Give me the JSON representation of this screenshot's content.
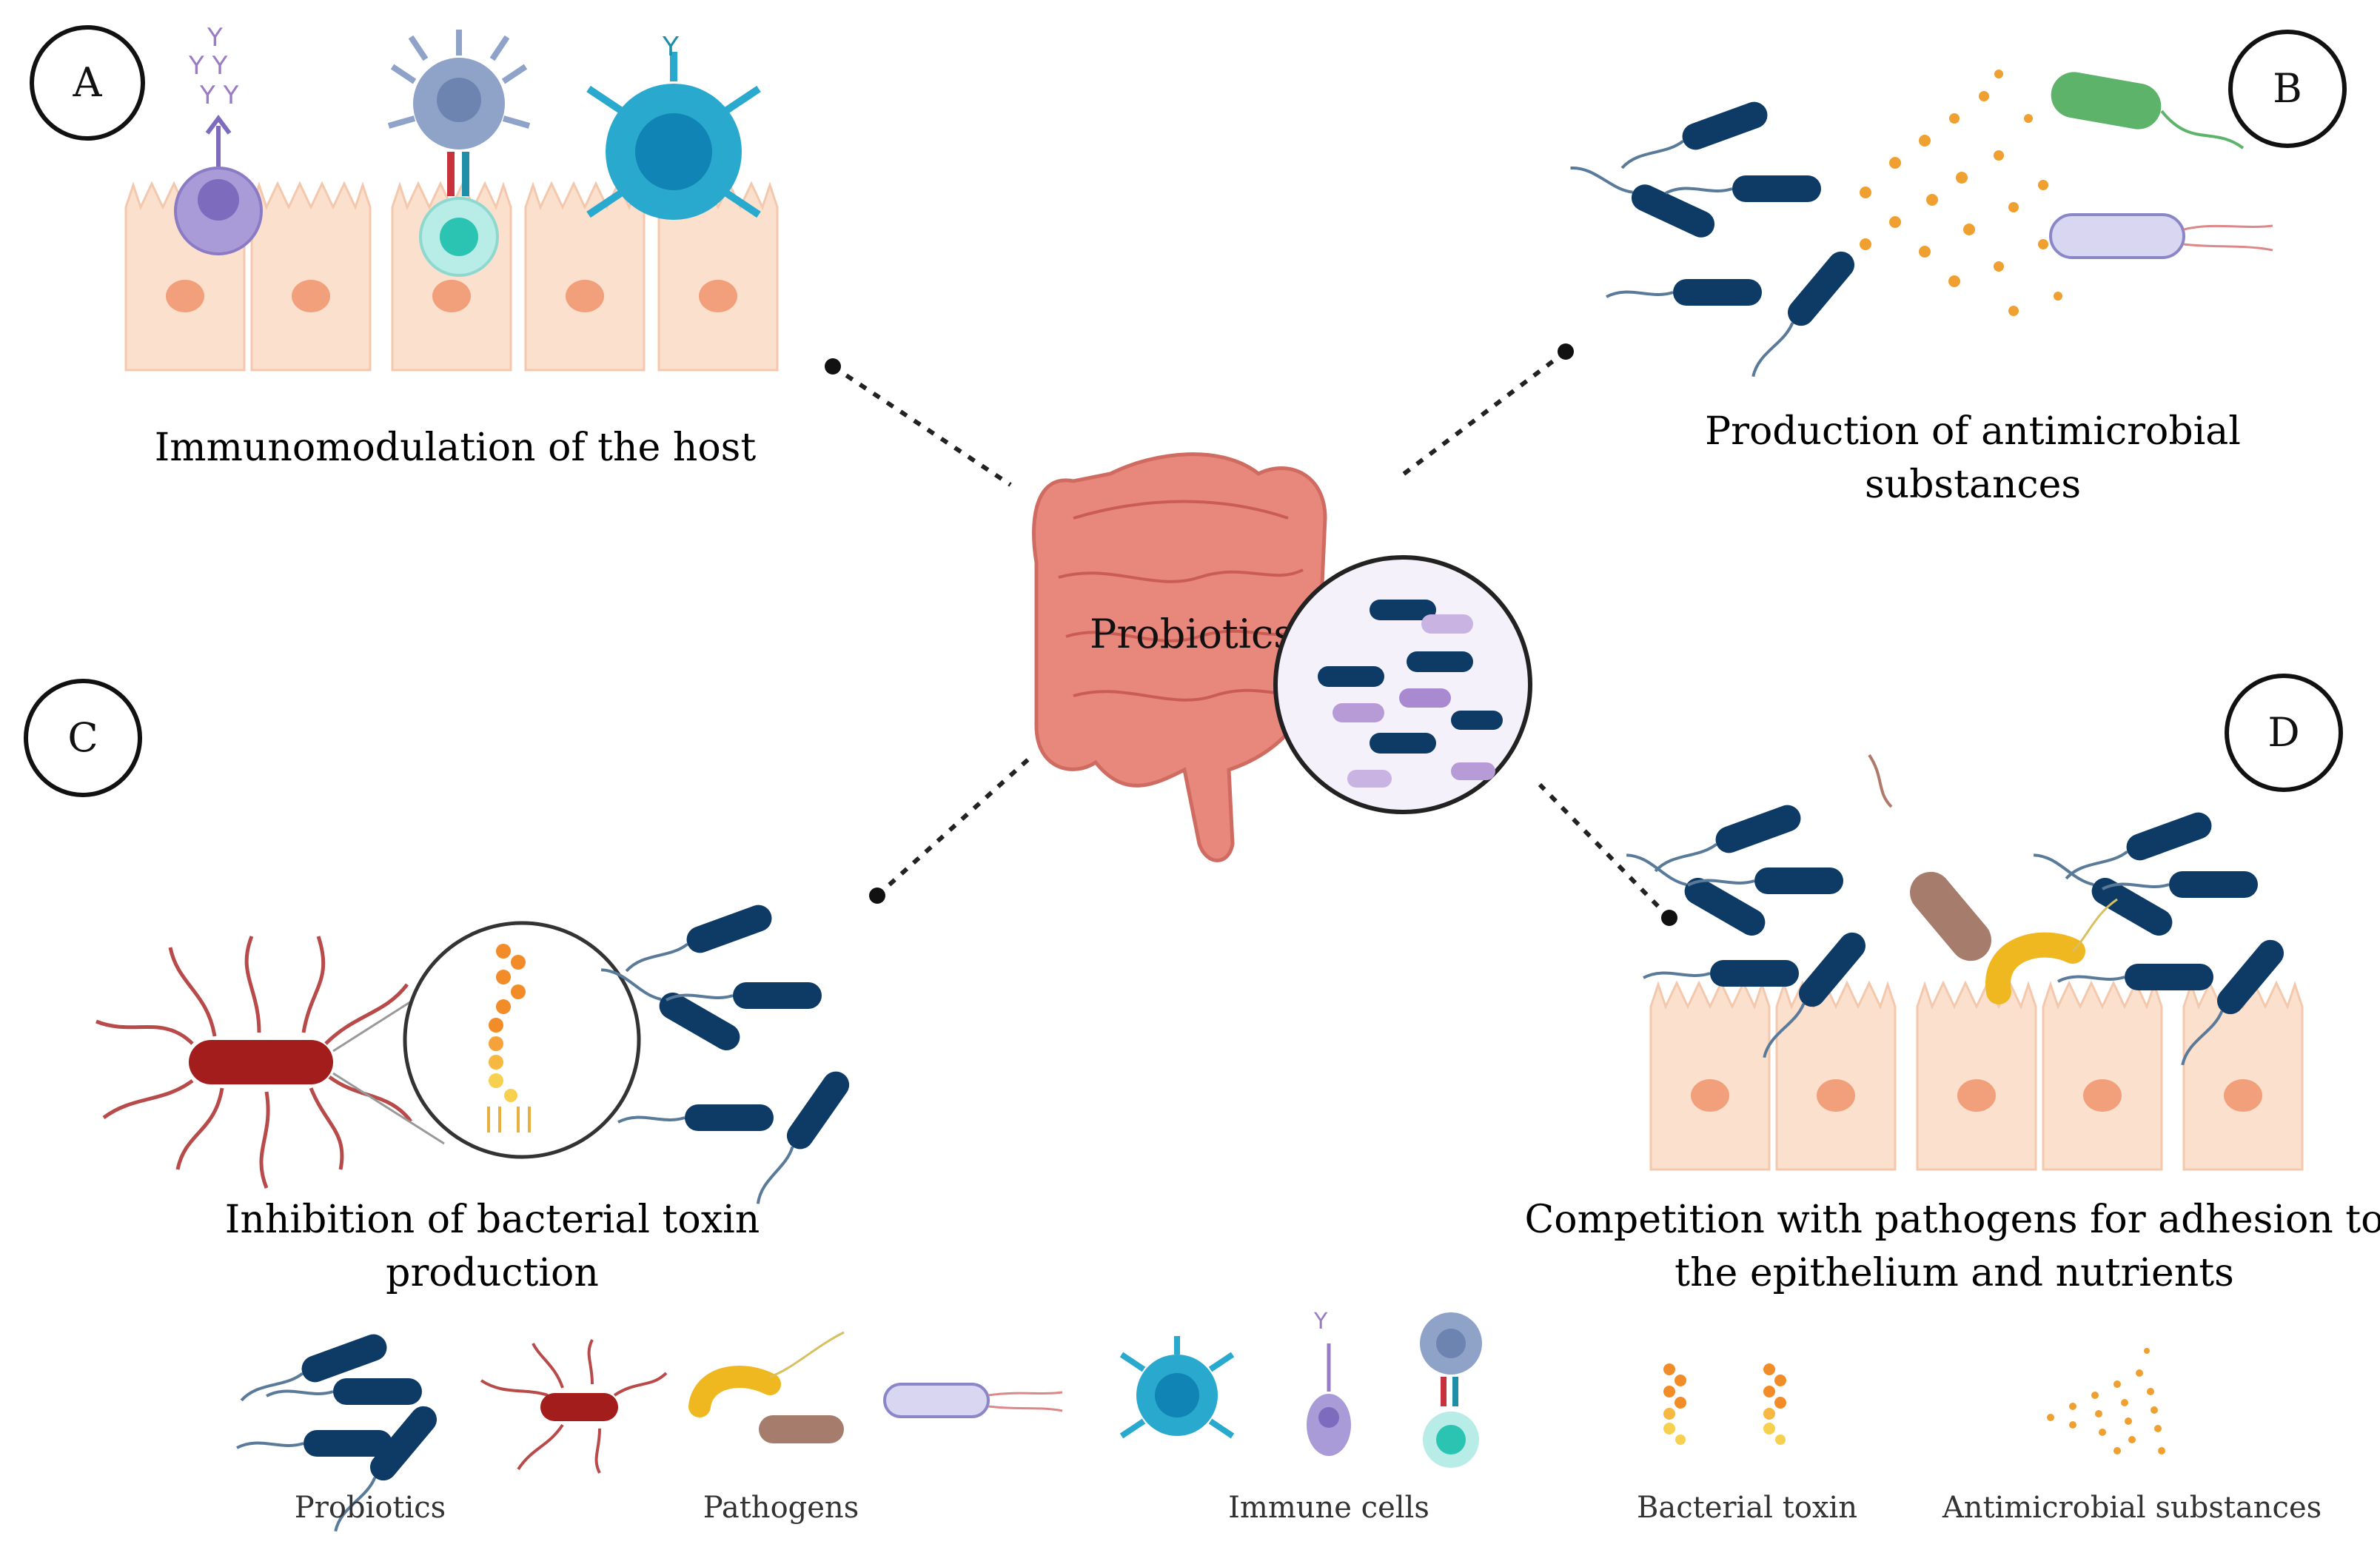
{
  "panels": {
    "a": {
      "badge": "A",
      "caption": "Immunomodulation of the host"
    },
    "b": {
      "badge": "B",
      "caption_line1": "Production of antimicrobial",
      "caption_line2": "substances"
    },
    "c": {
      "badge": "C",
      "caption_line1": "Inhibition of bacterial toxin",
      "caption_line2": "production"
    },
    "d": {
      "badge": "D",
      "caption_line1": "Competition with pathogens for adhesion to",
      "caption_line2": "the epithelium and nutrients"
    }
  },
  "center": {
    "label": "Probiotics"
  },
  "legend": {
    "probiotics": "Probiotics",
    "pathogens": "Pathogens",
    "immune_cells": "Immune cells",
    "bacterial_toxin": "Bacterial toxin",
    "antimicrobial_substances": "Antimicrobial substances"
  },
  "colors": {
    "probiotic": "#0d3b66",
    "epithelium": "#f9d9c4",
    "nucleus": "#f2a07b",
    "intestine": "#e8877c",
    "pathogen_red": "#a31d1d",
    "pathogen_yellow": "#f0b820",
    "pathogen_brown": "#a67c6d",
    "immune_cyan": "#2aa9cf",
    "purple_cell": "#a99ad8",
    "toxin_orange": "#f28c28",
    "antimicrobial": "#f0a030"
  }
}
